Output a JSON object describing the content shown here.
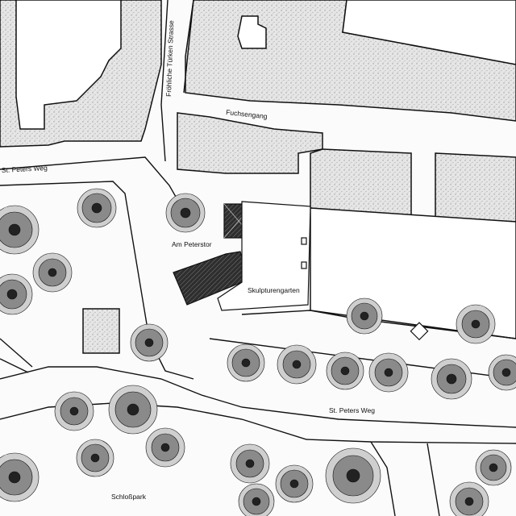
{
  "map": {
    "labels": {
      "froehliche": "Fröhliche Türken Strasse",
      "fuchsengang": "Fuchsengang",
      "st_peters_weg_west": "St. Peters Weg",
      "st_peters_weg_east": "St. Peters Weg",
      "am_peterstor": "Am Peterstor",
      "skulpturengarten": "Skulpturengarten",
      "schlosspark": "Schloßpark"
    },
    "colors": {
      "background": "#fbfbfb",
      "building_fill": "#e4e4e4",
      "outline": "#111111",
      "highlight_building": "#3a3a3a",
      "tree": "#222222"
    }
  }
}
